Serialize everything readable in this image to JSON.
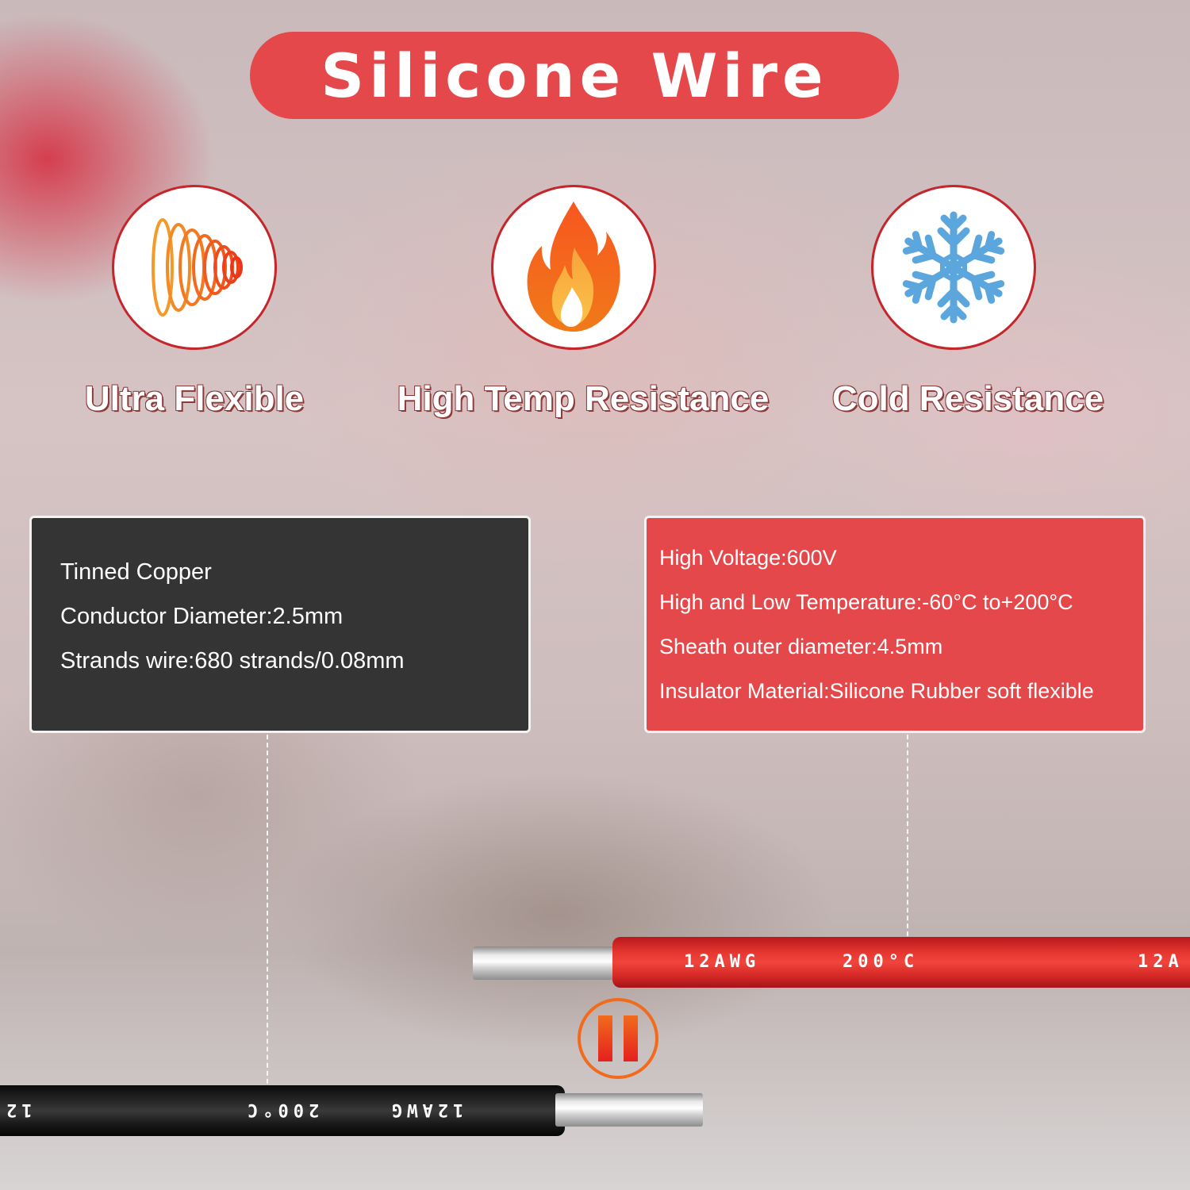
{
  "title": "Silicone Wire",
  "features": [
    {
      "label": "Ultra Flexible",
      "icon": "coil-spring-icon"
    },
    {
      "label": "High Temp Resistance",
      "icon": "flame-icon"
    },
    {
      "label": "Cold Resistance",
      "icon": "snowflake-icon"
    }
  ],
  "conductor_specs": [
    "Tinned Copper",
    "Conductor Diameter:2.5mm",
    "Strands wire:680 strands/0.08mm"
  ],
  "insulation_specs": [
    "High Voltage:600V",
    "High and Low Temperature:-60°C to+200°C",
    "Sheath outer diameter:4.5mm",
    "Insulator Material:Silicone Rubber soft flexible"
  ],
  "red_wire": {
    "gauge": "12AWG",
    "temp": "200°C",
    "gauge_partial": "12A"
  },
  "black_wire": {
    "gauge": "12AWG",
    "temp": "200°C",
    "gauge_partial": "12"
  },
  "colors": {
    "accent_red": "#e5484a",
    "dark_box": "#343434",
    "icon_orange": "#f26b1d",
    "snow_blue": "#5aa6dd"
  }
}
